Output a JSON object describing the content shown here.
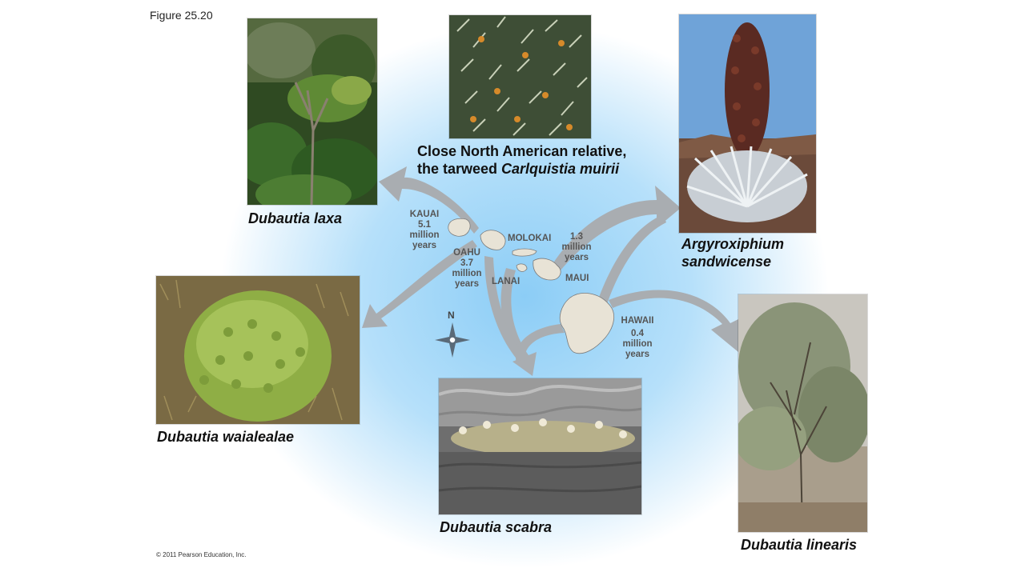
{
  "figure_label": "Figure 25.20",
  "copyright": "© 2011 Pearson Education, Inc.",
  "captions": {
    "relative_line1": "Close North American relative,",
    "relative_line2_prefix": "the tarweed ",
    "relative_line2_species": "Carlquistia muirii",
    "laxa": "Dubautia laxa",
    "argyroxiphium_line1": "Argyroxiphium",
    "argyroxiphium_line2": "sandwicense",
    "waialealae": "Dubautia waialealae",
    "scabra": "Dubautia scabra",
    "linearis": "Dubautia linearis"
  },
  "islands": {
    "kauai": {
      "name": "KAUAI",
      "age": "5.1",
      "unit1": "million",
      "unit2": "years"
    },
    "oahu": {
      "name": "OAHU",
      "age": "3.7",
      "unit1": "million",
      "unit2": "years"
    },
    "molokai": {
      "name": "MOLOKAI"
    },
    "maui_age": {
      "age": "1.3",
      "unit1": "million",
      "unit2": "years"
    },
    "lanai": {
      "name": "LANAI"
    },
    "maui": {
      "name": "MAUI"
    },
    "hawaii": {
      "name": "HAWAII",
      "age": "0.4",
      "unit1": "million",
      "unit2": "years"
    }
  },
  "compass": {
    "north": "N"
  },
  "colors": {
    "arrow": "#a8acb0",
    "island": "#e7e2d6",
    "glow": "#9fd3f5"
  }
}
